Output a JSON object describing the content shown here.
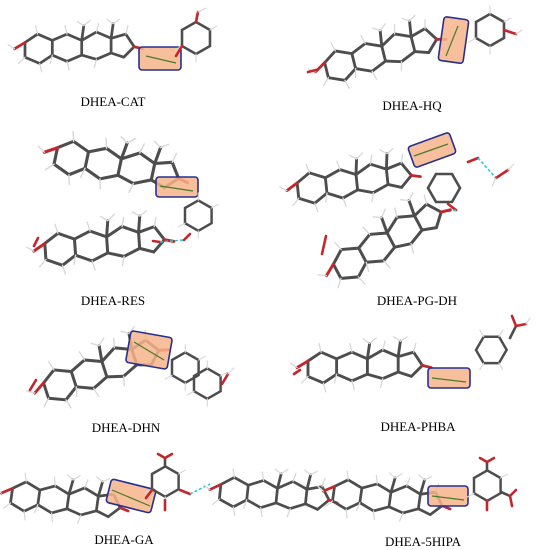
{
  "panels": [
    {
      "id": "dhea-cat",
      "label": "DHEA-CAT"
    },
    {
      "id": "dhea-hq",
      "label": "DHEA-HQ"
    },
    {
      "id": "dhea-res",
      "label": "DHEA-RES"
    },
    {
      "id": "dhea-pg-dh",
      "label": "DHEA-PG-DH"
    },
    {
      "id": "dhea-dhn",
      "label": "DHEA-DHN"
    },
    {
      "id": "dhea-phba",
      "label": "DHEA-PHBA"
    },
    {
      "id": "dhea-ga",
      "label": "DHEA-GA"
    },
    {
      "id": "dhea-5hipa",
      "label": "DHEA-5HIPA"
    }
  ],
  "colors": {
    "carbon_bond": "#4d4d4d",
    "hydrogen": "#d8d8d8",
    "oxygen": "#c1272d",
    "hydrogen_bond": "#2fc7d6",
    "highlight_fill": "#f6b48a",
    "highlight_border": "#27308f"
  }
}
